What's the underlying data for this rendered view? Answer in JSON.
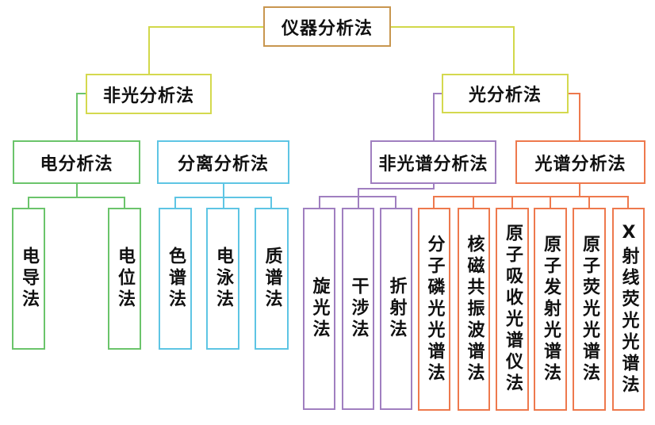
{
  "diagram": {
    "title": "仪器分析法 classification tree",
    "root": {
      "label": "仪器分析法"
    },
    "branches": {
      "non_optical": {
        "label": "非光分析法",
        "children": {
          "electro": {
            "label": "电分析法",
            "children": [
              {
                "label": "电导法"
              },
              {
                "label": "电位法"
              }
            ]
          },
          "separation": {
            "label": "分离分析法",
            "children": [
              {
                "label": "色谱法"
              },
              {
                "label": "电泳法"
              },
              {
                "label": "质谱法"
              }
            ]
          }
        }
      },
      "optical": {
        "label": "光分析法",
        "children": {
          "non_spectral": {
            "label": "非光谱分析法",
            "children": [
              {
                "label": "旋光法"
              },
              {
                "label": "干涉法"
              },
              {
                "label": "折射法"
              }
            ]
          },
          "spectral": {
            "label": "光谱分析法",
            "children": [
              {
                "label": "分子磷光光谱法"
              },
              {
                "label": "核磁共振波谱法"
              },
              {
                "label": "原子吸收光谱仪法"
              },
              {
                "label": "原子发射光谱法"
              },
              {
                "label": "原子荧光光谱法"
              },
              {
                "label": "X射线荧光光谱法"
              }
            ]
          }
        }
      }
    },
    "colors": {
      "root_border": "#c8964f",
      "level2_border": "#d4d94e",
      "electro_group": "#6bc46b",
      "separation_group": "#5ec5e4",
      "non_spectral_group": "#a07fc0",
      "spectral_group": "#ee794d",
      "text": "#111111",
      "background": "#ffffff"
    }
  }
}
